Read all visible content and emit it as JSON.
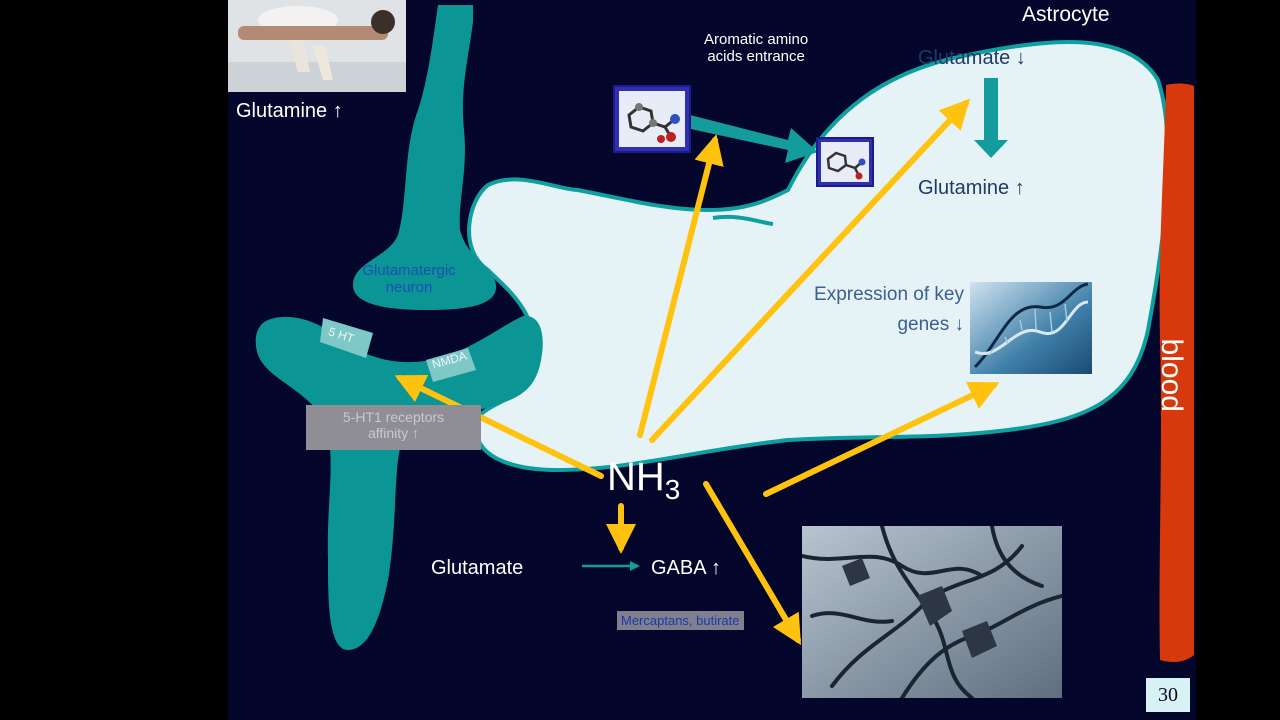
{
  "labels": {
    "astrocyte": "Astrocyte",
    "aromatic_line1": "Aromatic amino",
    "aromatic_line2": "acids entrance",
    "glutamate_astro": "Glutamate ↓",
    "glutamine_astro": "Glutamine ↑",
    "glutamine_top": "Glutamine ↑",
    "glutamatergic_line1": "Glutamatergic",
    "glutamatergic_line2": "neuron",
    "receptor_5ht": "5 HT",
    "receptor_nmda": "NMDA",
    "receptors_affinity_line1": "5-HT1 receptors",
    "receptors_affinity_line2": "affinity ↑",
    "nh3_base": "NH",
    "nh3_sub": "3",
    "expression_line1": "Expression of key",
    "expression_line2": "genes ↓",
    "glutamate_bottom": "Glutamate",
    "gaba": "GABA ↑",
    "mercaptans": "Mercaptans, butirate",
    "blood": "blood",
    "page_number": "30"
  },
  "icons": {
    "molecule_large": "molecule-icon",
    "molecule_small": "molecule-icon",
    "dna": "dna-helix-icon"
  },
  "colors": {
    "slide_bg": "#05062b",
    "neuron": "#0b9595",
    "astrocyte_fill": "#e6f3f6",
    "astrocyte_outline": "#0e9fa0",
    "arrow_yellow": "#ffc20e",
    "blood_bar": "#d8390c",
    "teal_arrow": "#149c9c"
  }
}
